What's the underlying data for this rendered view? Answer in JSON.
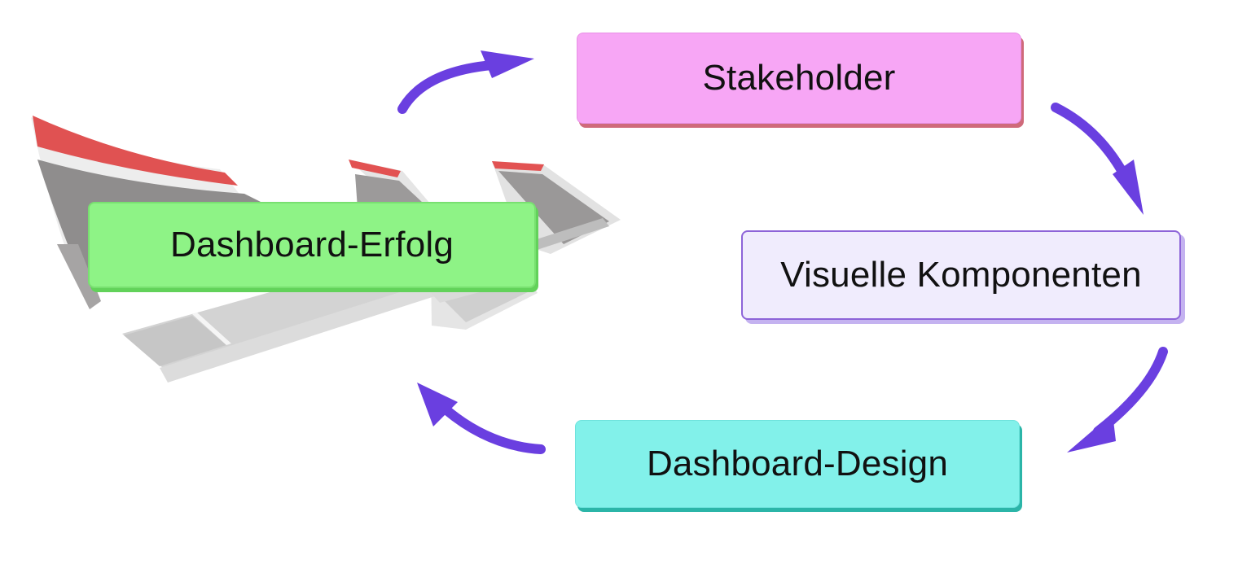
{
  "nodes": {
    "stakeholder": {
      "label": "Stakeholder"
    },
    "visuelle_komponenten": {
      "label": "Visuelle Komponenten"
    },
    "dashboard_design": {
      "label": "Dashboard-Design"
    },
    "dashboard_erfolg": {
      "label": "Dashboard-Erfolg"
    }
  },
  "colors": {
    "arrow": "#6a3fe0",
    "stakeholder_fill": "#f7a6f5",
    "visuelle_fill": "#f0ecfd",
    "design_fill": "#82f1ea",
    "erfolg_fill": "#8ef386"
  },
  "decoration": "dashboard-pages-illustration"
}
